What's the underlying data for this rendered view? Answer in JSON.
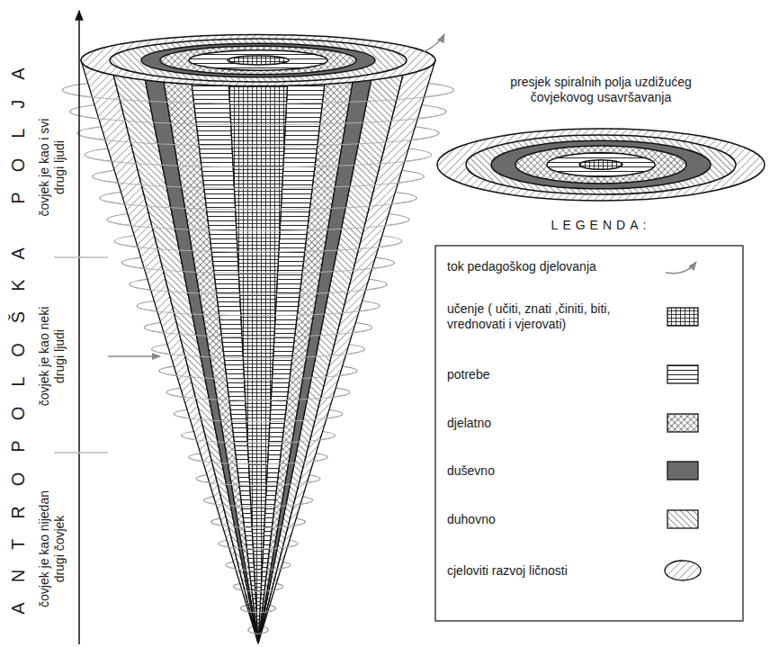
{
  "diagram": {
    "labels": [
      "ANTROPOLOŠKA POLJA",
      "čovjek je kao i svi drugi ljudi",
      "čovjek je kao neki drugi ljudi",
      "čovjek je kao nijedan drugi čovjek",
      "presjek spiralnih polja uzdižućeg čovjekovog usavršavanja",
      "LEGENDA:"
    ],
    "legend": [
      {
        "text": "tok pedagoškog djelovanja"
      },
      {
        "text": "učenje ( učiti, znati ,činiti, biti, vrednovati i vjerovati)"
      },
      {
        "text": "potrebe"
      },
      {
        "text": "djelatno"
      },
      {
        "text": "duševno",
        "color": "#6b6b6b"
      },
      {
        "text": "duhovno"
      },
      {
        "text": "cjeloviti razvoj ličnosti"
      }
    ]
  }
}
